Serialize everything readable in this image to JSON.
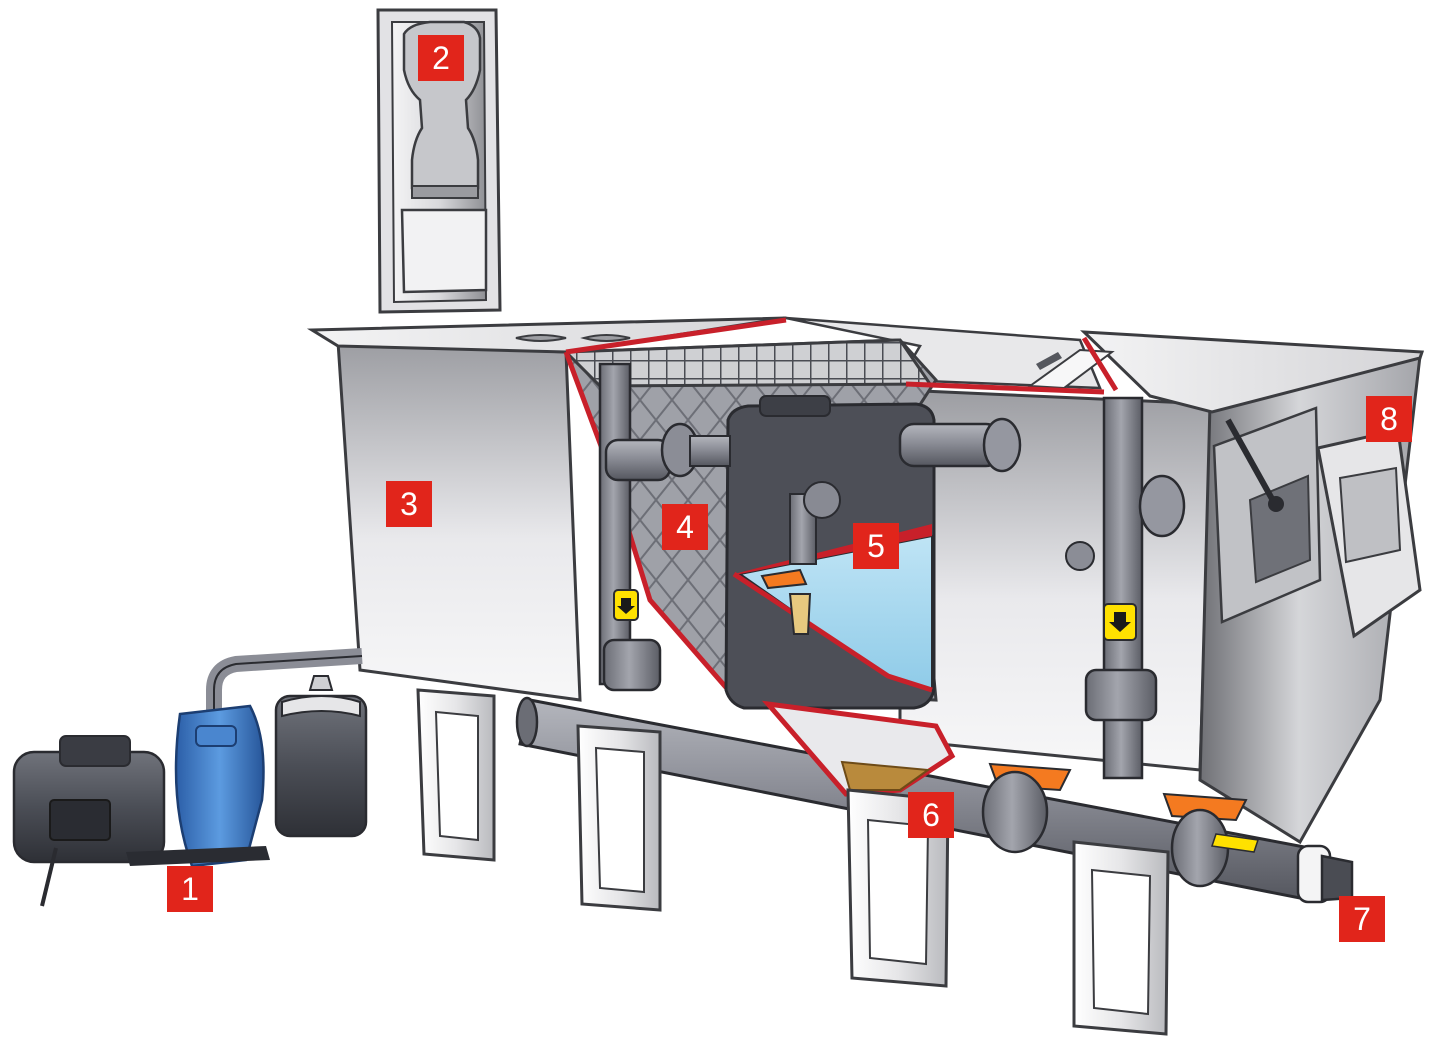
{
  "callouts": {
    "c1": "1",
    "c2": "2",
    "c3": "3",
    "c4": "4",
    "c5": "5",
    "c6": "6",
    "c7": "7",
    "c8": "8"
  },
  "colors": {
    "callout_red": "#e1251b",
    "steel_light": "#f1f1f3",
    "steel_dark": "#9d9ea3",
    "pipe_gray": "#8b8d96",
    "pipe_dark": "#5d5f67",
    "cutaway_red": "#c8202a",
    "water_blue": "#a9d8ef",
    "valve_orange": "#f47a20",
    "arrow_yellow": "#ffe100",
    "pump_blue": "#3a7cc9",
    "motor_dark": "#454850",
    "sludge_brown": "#b98a3c"
  },
  "icons": [
    "flow-arrow-icon",
    "flow-arrow-icon",
    "flow-arrow-icon"
  ]
}
